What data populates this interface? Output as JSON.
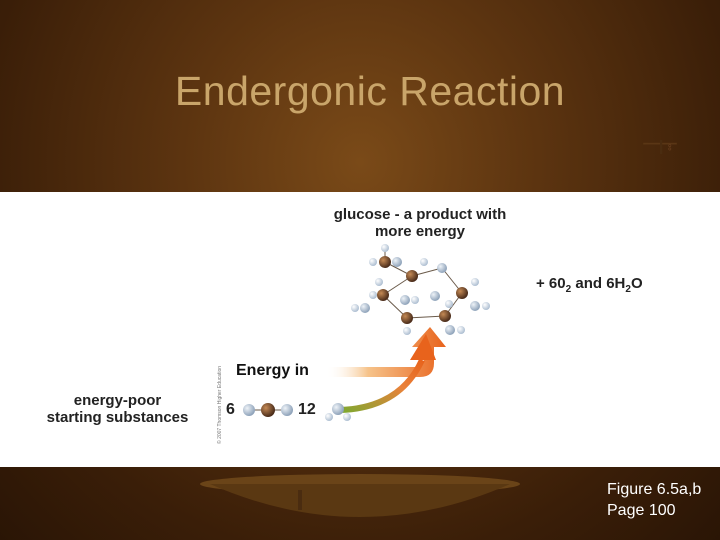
{
  "slide": {
    "title": "Endergonic Reaction",
    "caption_line1": "Figure 6.5a,b",
    "caption_line2": "Page 100"
  },
  "diagram": {
    "glucose_line1": "glucose - a product with",
    "glucose_line2": "more energy",
    "plus_prefix": "+ 60",
    "plus_sub1": "2",
    "plus_mid": " and 6H",
    "plus_sub2": "2",
    "plus_suffix": "O",
    "energy_in": "Energy in",
    "poor_line1": "energy-poor",
    "poor_line2": "starting substances",
    "co2_count": "6",
    "h2o_count": "12",
    "credit": "© 2007 Thomson Higher Education"
  },
  "colors": {
    "arrow": "#e8631c",
    "carbon": "#6b4a36",
    "oxygen": "#b8c7d9",
    "hydrogen": "#dce6f0",
    "background": "#4a2a0e",
    "panel": "#ffffff",
    "title": "#c9a56a"
  }
}
